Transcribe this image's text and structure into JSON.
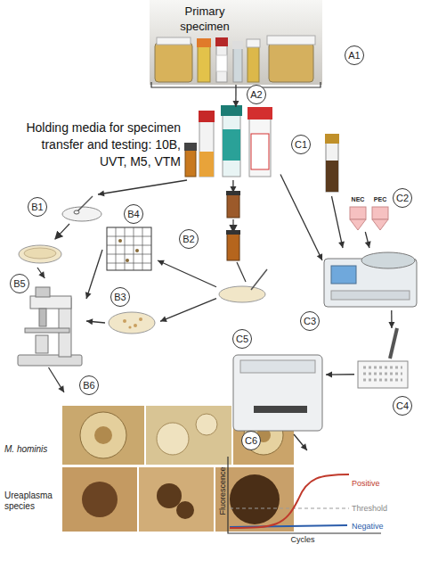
{
  "diagram": {
    "nodes": [
      {
        "text": [
          "Primary specimen",
          "A1"
        ]
      },
      {
        "text": [
          "Holding media for specimen transfer and testing: 10B, UVT, M5, VTM",
          "A2"
        ]
      },
      {
        "text": [
          "B1"
        ]
      },
      {
        "text": [
          "B2"
        ]
      },
      {
        "text": [
          "B4"
        ]
      },
      {
        "text": [
          "B3"
        ]
      },
      {
        "text": [
          "B5"
        ]
      },
      {
        "text": [
          "B6",
          "M. hominis",
          "Ureaplasma species"
        ]
      },
      {
        "text": [
          "C1"
        ]
      },
      {
        "text": [
          "C2",
          "NEC",
          "PEC"
        ]
      },
      {
        "text": [
          "C3"
        ]
      },
      {
        "text": [
          "C4"
        ]
      },
      {
        "text": [
          "C5"
        ]
      },
      {
        "text": [
          "C6",
          "Fluorescence",
          "Positive",
          "Threshold",
          "Negative",
          "Cycles"
        ]
      }
    ],
    "edges": [
      {
        "from": 0,
        "to": 1,
        "arrow": "to"
      },
      {
        "from": 1,
        "to": 2,
        "arrow": "to"
      },
      {
        "from": 1,
        "to": 3,
        "arrow": "to"
      },
      {
        "from": 3,
        "to": 4,
        "arrow": "to"
      },
      {
        "from": 3,
        "to": 5,
        "arrow": "to"
      },
      {
        "from": 2,
        "to": 6,
        "arrow": "to"
      },
      {
        "from": 4,
        "to": 6,
        "arrow": "to"
      },
      {
        "from": 5,
        "to": 6,
        "arrow": "to"
      },
      {
        "from": 6,
        "to": 7,
        "arrow": "to"
      },
      {
        "from": 1,
        "to": 10,
        "arrow": "to"
      },
      {
        "from": 8,
        "to": 10,
        "arrow": "to"
      },
      {
        "from": 9,
        "to": 10,
        "arrow": "to"
      },
      {
        "from": 10,
        "to": 11,
        "arrow": "to"
      },
      {
        "from": 11,
        "to": 12,
        "arrow": "to"
      },
      {
        "from": 12,
        "to": 13,
        "arrow": "to"
      }
    ]
  }
}
